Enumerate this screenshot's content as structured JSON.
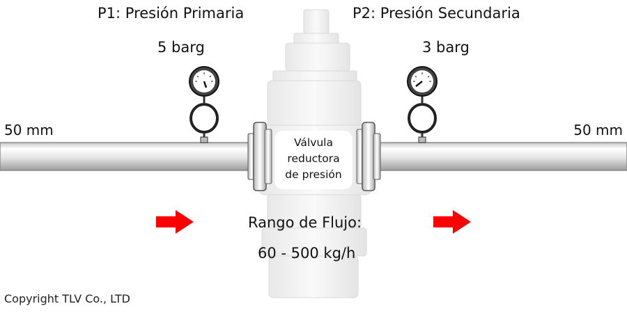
{
  "primary": {
    "title": "P1: Presión Primaria",
    "pressure": "5 barg"
  },
  "secondary": {
    "title": "P2: Presión Secundaria",
    "pressure": "3 barg"
  },
  "pipe_size_left": "50 mm",
  "pipe_size_right": "50 mm",
  "valve_label": "Válvula\nreductora\nde presión",
  "flow": {
    "title": "Rango de Flujo:",
    "value": "60 - 500 kg/h"
  },
  "copyright": "Copyright TLV Co., LTD",
  "colors": {
    "flow_arrow": "#ff0000",
    "pipe": "#d9d9d9",
    "valve_body": "#e6e6e6"
  },
  "icons": [
    "pressure-gauge-icon",
    "flow-arrow-icon"
  ]
}
